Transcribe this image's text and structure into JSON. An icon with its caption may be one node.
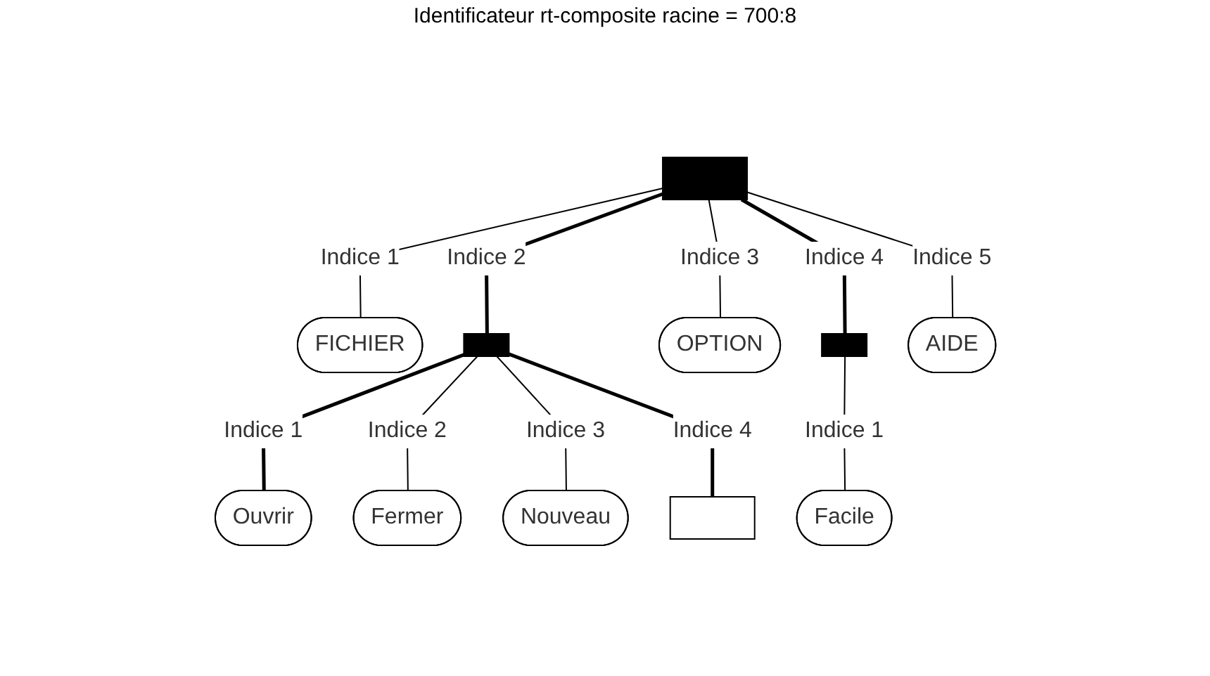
{
  "diagram": {
    "title": "Identificateur rt-composite racine = 700:8",
    "nodes": [
      {
        "text": [],
        "shape": "box"
      },
      {
        "text": [
          "FICHIER"
        ]
      },
      {
        "text": [],
        "shape": "box"
      },
      {
        "text": [
          "OPTION"
        ]
      },
      {
        "text": [],
        "shape": "box"
      },
      {
        "text": [
          "AIDE"
        ]
      },
      {
        "text": [
          "Ouvrir"
        ]
      },
      {
        "text": [
          "Fermer"
        ]
      },
      {
        "text": [
          "Nouveau"
        ]
      },
      {
        "text": [],
        "shape": "box"
      },
      {
        "text": [
          "Facile"
        ]
      }
    ],
    "edges": [
      {
        "from": 0,
        "to": 1,
        "arrow": "none",
        "label": "Indice 1"
      },
      {
        "from": 0,
        "to": 2,
        "arrow": "none",
        "label": "Indice 2",
        "style": "thick"
      },
      {
        "from": 0,
        "to": 3,
        "arrow": "none",
        "label": "Indice 3"
      },
      {
        "from": 0,
        "to": 4,
        "arrow": "none",
        "label": "Indice 4",
        "style": "thick"
      },
      {
        "from": 0,
        "to": 5,
        "arrow": "none",
        "label": "Indice 5"
      },
      {
        "from": 2,
        "to": 6,
        "arrow": "none",
        "label": "Indice 1",
        "style": "thick"
      },
      {
        "from": 2,
        "to": 7,
        "arrow": "none",
        "label": "Indice 2"
      },
      {
        "from": 2,
        "to": 8,
        "arrow": "none",
        "label": "Indice 3"
      },
      {
        "from": 2,
        "to": 9,
        "arrow": "none",
        "label": "Indice 4",
        "style": "thick"
      },
      {
        "from": 4,
        "to": 10,
        "arrow": "none",
        "label": "Indice 1"
      }
    ]
  }
}
